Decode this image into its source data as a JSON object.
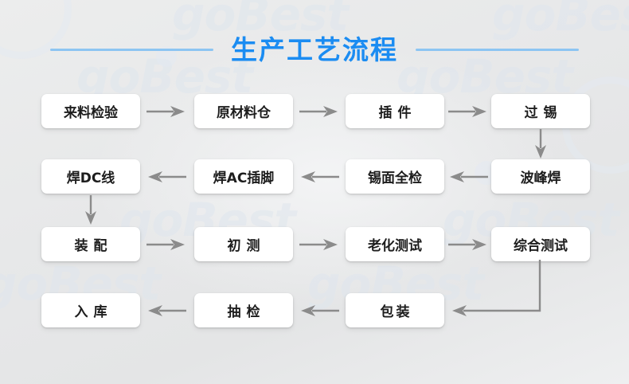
{
  "page": {
    "title": "生产工艺流程",
    "accent_color": "#1b8cf2",
    "rule_color": "#8dc5f2",
    "background_color": "#e8e9ea",
    "box_color": "#ffffff",
    "arrow_color": "#8b8b8b",
    "watermark_text": "goBest"
  },
  "flow": {
    "rows": [
      {
        "direction": "right",
        "steps": [
          {
            "label": "来料检验",
            "spacing": "normal"
          },
          {
            "label": "原材料仓",
            "spacing": "normal"
          },
          {
            "label": "插件",
            "spacing": "wide"
          },
          {
            "label": "过锡",
            "spacing": "wide"
          }
        ]
      },
      {
        "direction": "left",
        "steps": [
          {
            "label": "焊DC线",
            "spacing": "normal"
          },
          {
            "label": "焊AC插脚",
            "spacing": "normal"
          },
          {
            "label": "锡面全检",
            "spacing": "normal"
          },
          {
            "label": "波峰焊",
            "spacing": "normal"
          }
        ]
      },
      {
        "direction": "right",
        "steps": [
          {
            "label": "装配",
            "spacing": "wide"
          },
          {
            "label": "初测",
            "spacing": "wide"
          },
          {
            "label": "老化测试",
            "spacing": "normal"
          },
          {
            "label": "综合测试",
            "spacing": "normal"
          }
        ]
      },
      {
        "direction": "left",
        "steps": [
          {
            "label": "入库",
            "spacing": "wide"
          },
          {
            "label": "抽检",
            "spacing": "wide"
          },
          {
            "label": "包装",
            "spacing": "wide3"
          }
        ]
      }
    ],
    "connectors": [
      {
        "name": "arrow-row1-col1-to-col2",
        "type": "horizontal-right"
      },
      {
        "name": "arrow-row1-col2-to-col3",
        "type": "horizontal-right"
      },
      {
        "name": "arrow-row1-col3-to-col4",
        "type": "horizontal-right"
      },
      {
        "name": "arrow-guoxi-to-bofenghan",
        "type": "vertical-down"
      },
      {
        "name": "arrow-row2-col4-to-col3",
        "type": "horizontal-left"
      },
      {
        "name": "arrow-row2-col3-to-col2",
        "type": "horizontal-left"
      },
      {
        "name": "arrow-row2-col2-to-col1",
        "type": "horizontal-left"
      },
      {
        "name": "arrow-handcxian-to-zhuangpei",
        "type": "vertical-down"
      },
      {
        "name": "arrow-row3-col1-to-col2",
        "type": "horizontal-right"
      },
      {
        "name": "arrow-row3-col2-to-col3",
        "type": "horizontal-right"
      },
      {
        "name": "arrow-row3-col3-to-col4",
        "type": "horizontal-right"
      },
      {
        "name": "elbow-zonghecs-to-baozhuang",
        "type": "elbow-down-left"
      },
      {
        "name": "arrow-row4-col3-to-col2",
        "type": "horizontal-left"
      },
      {
        "name": "arrow-row4-col2-to-col1",
        "type": "horizontal-left"
      }
    ]
  }
}
